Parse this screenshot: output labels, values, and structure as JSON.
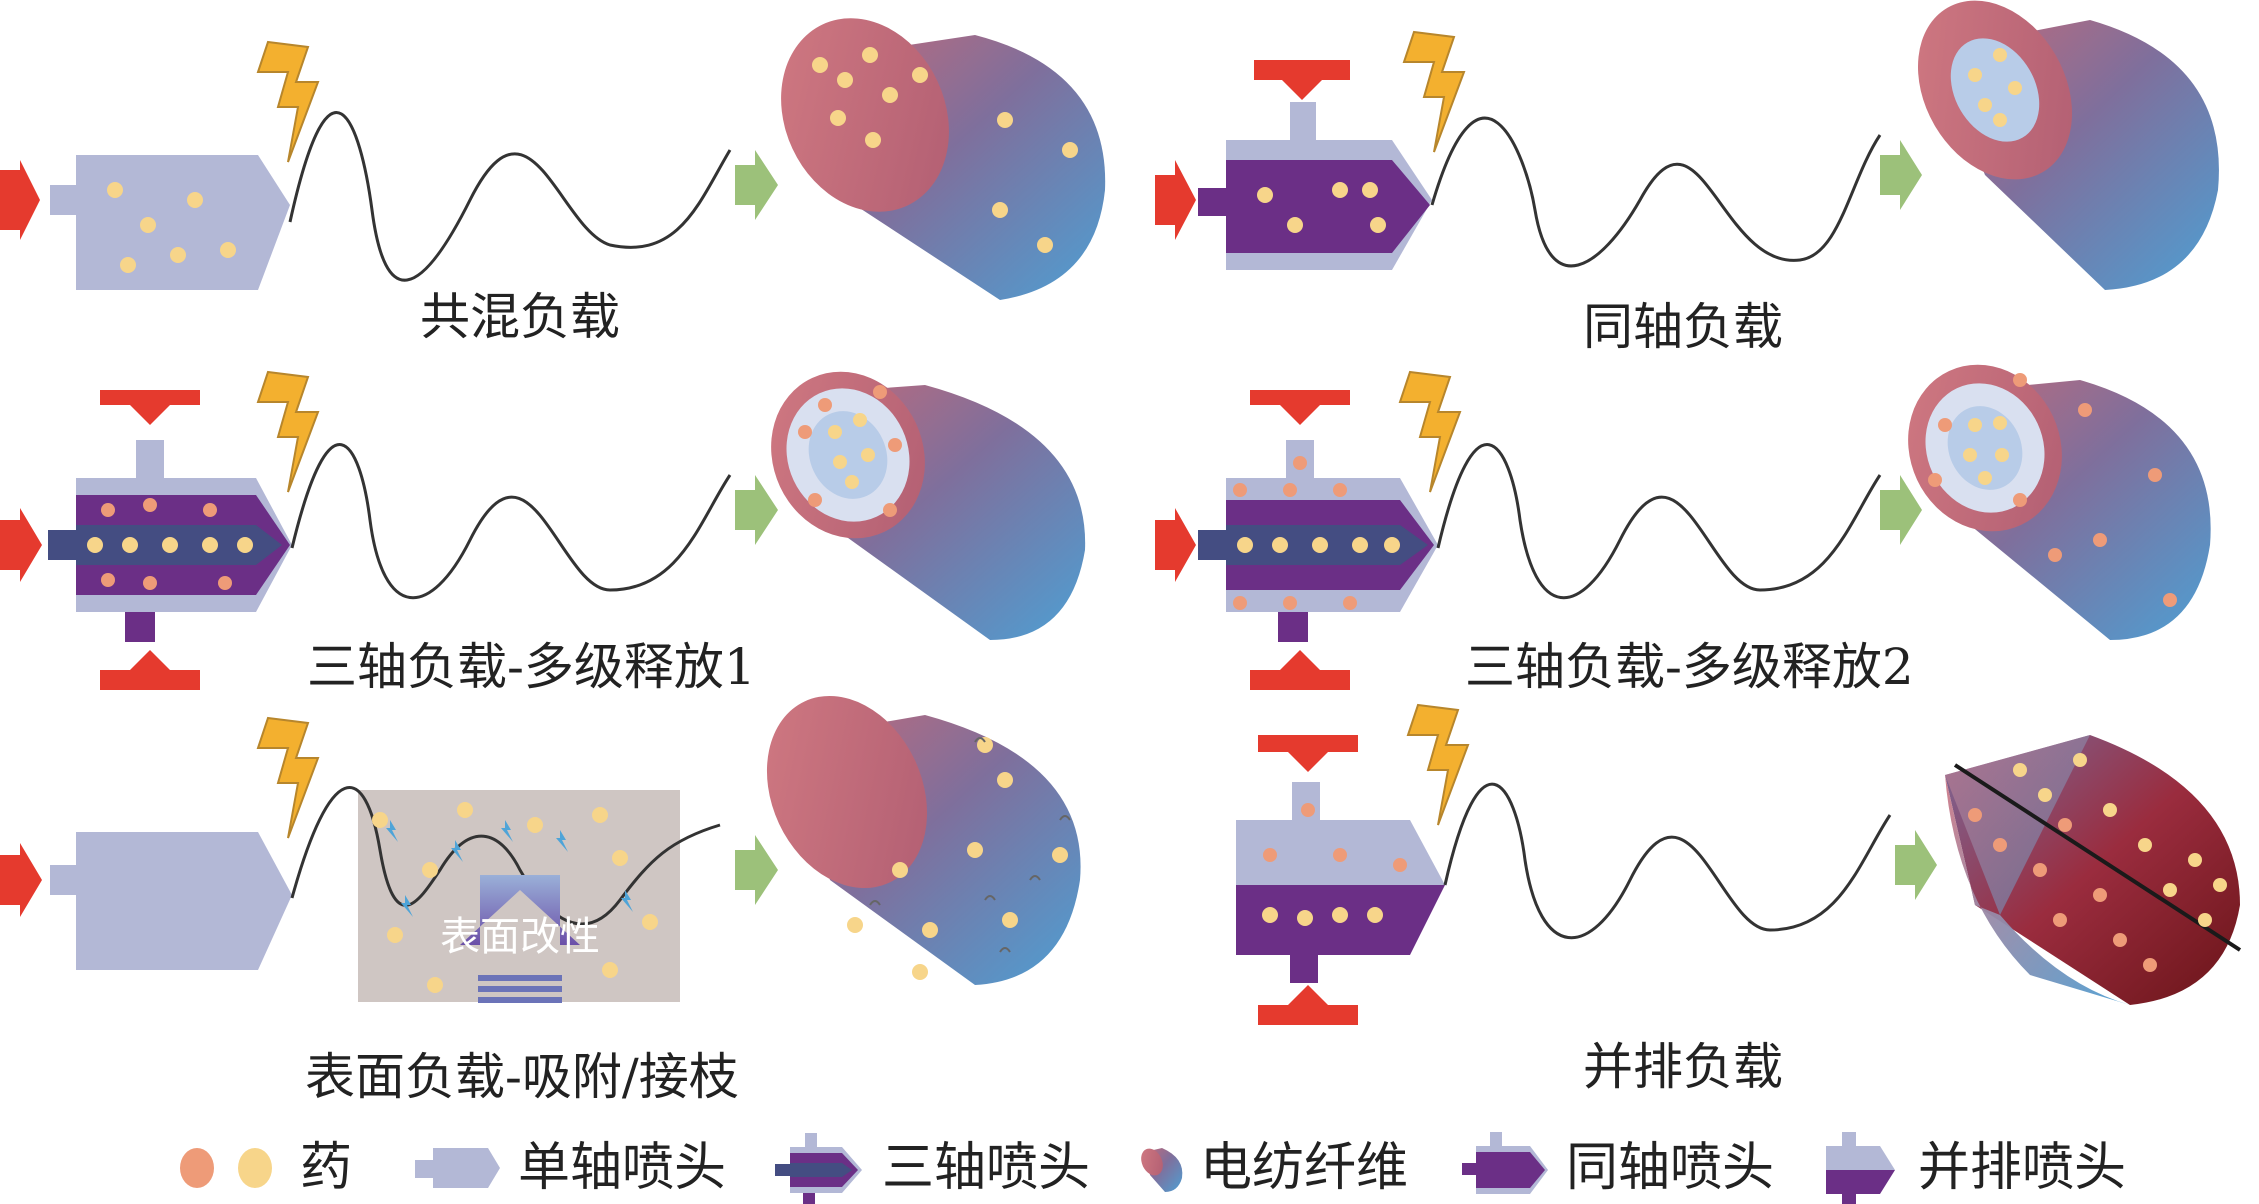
{
  "panels": {
    "blend": "共混负载",
    "coaxial": "同轴负载",
    "triaxial1": "三轴负载-多级释放1",
    "triaxial2": "三轴负载-多级释放2",
    "surface": "表面负载-吸附/接枝",
    "surface_box": "表面改性",
    "sidebyside": "并排负载"
  },
  "legend": {
    "drug": "药",
    "single": "单轴喷头",
    "triaxial": "三轴喷头",
    "fiber": "电纺纤维",
    "coaxial": "同轴喷头",
    "sidebyside": "并排喷头"
  },
  "colors": {
    "arrow_red": "#e53a2e",
    "arrow_green": "#9cc17a",
    "nozzle_light": "#b3b8d6",
    "nozzle_purple": "#6b2f86",
    "nozzle_navy": "#444d82",
    "drug_yellow": "#f7d58a",
    "drug_orange": "#ee9b78",
    "bolt": "#f3b02f",
    "fiber_start": "#c46c7c",
    "fiber_end": "#4fa0d2"
  }
}
